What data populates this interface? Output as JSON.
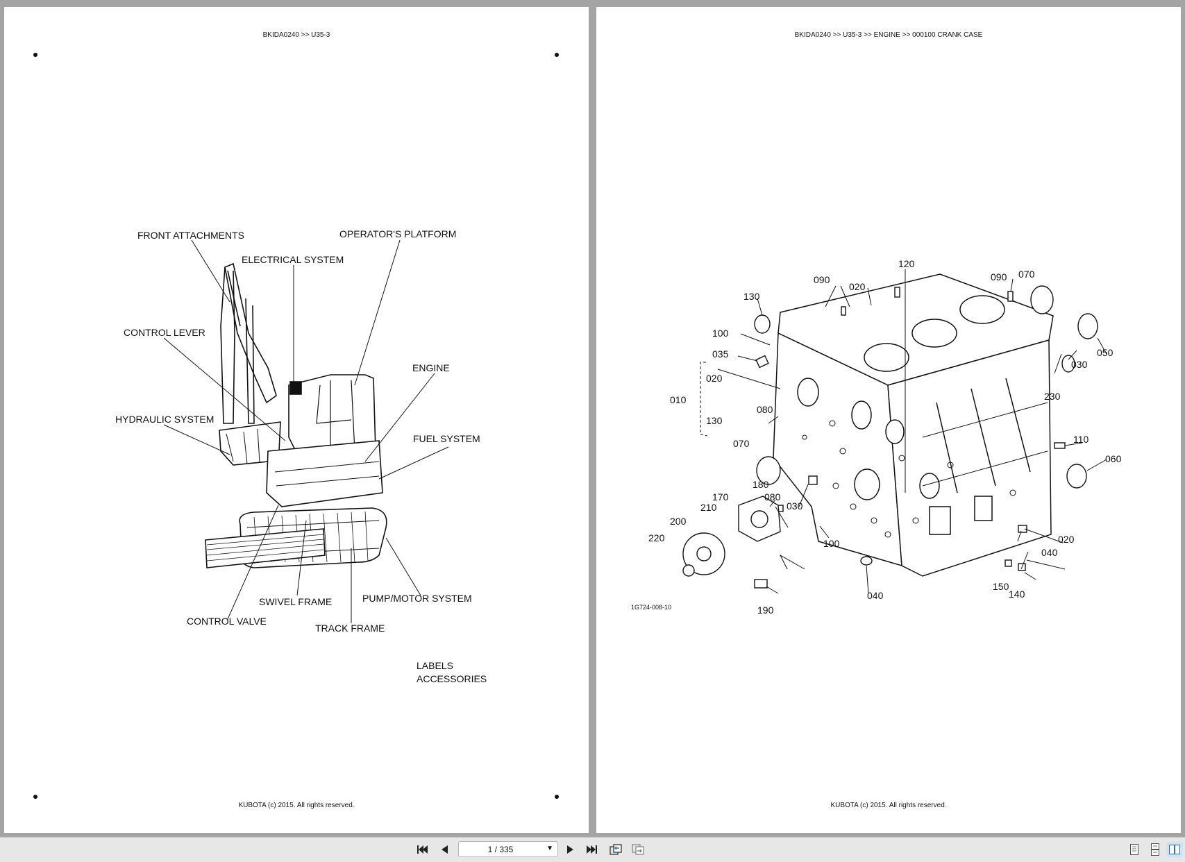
{
  "left_page": {
    "header": "BKIDA0240 >> U35-3",
    "footer": "KUBOTA (c) 2015. All rights reserved.",
    "labels": {
      "front_attachments": "FRONT ATTACHMENTS",
      "operators_platform": "OPERATOR'S PLATFORM",
      "electrical_system": "ELECTRICAL SYSTEM",
      "control_lever": "CONTROL LEVER",
      "engine": "ENGINE",
      "hydraulic_system": "HYDRAULIC SYSTEM",
      "fuel_system": "FUEL SYSTEM",
      "pump_motor_system": "PUMP/MOTOR SYSTEM",
      "swivel_frame": "SWIVEL FRAME",
      "control_valve": "CONTROL VALVE",
      "track_frame": "TRACK FRAME",
      "labels": "LABELS",
      "accessories": "ACCESSORIES"
    }
  },
  "right_page": {
    "header": "BKIDA0240 >> U35-3 >> ENGINE >> 000100   CRANK CASE",
    "footer": "KUBOTA (c) 2015. All rights reserved.",
    "figure_code": "1G724-008-10",
    "part_numbers": {
      "p120": "120",
      "p090a": "090",
      "p070a": "070",
      "p090b": "090",
      "p020a": "020",
      "p130a": "130",
      "p100a": "100",
      "p050": "050",
      "p035": "035",
      "p030a": "030",
      "p020b": "020",
      "p010": "010",
      "p230": "230",
      "p130b": "130",
      "p080a": "080",
      "p070b": "070",
      "p110": "110",
      "p060": "060",
      "p180": "180",
      "p170": "170",
      "p080b": "080",
      "p030b": "030",
      "p210": "210",
      "p200": "200",
      "p220": "220",
      "p100b": "100",
      "p020c": "020",
      "p040a": "040",
      "p150": "150",
      "p140": "140",
      "p040b": "040",
      "p190": "190"
    }
  },
  "toolbar": {
    "page_indicator": "1 / 335",
    "first_icon": "first-page-icon",
    "prev_icon": "previous-page-icon",
    "next_icon": "next-page-icon",
    "last_icon": "last-page-icon",
    "back_icon": "go-back-icon",
    "forward_icon": "go-forward-icon",
    "single_page_icon": "single-page-view-icon",
    "continuous_icon": "continuous-view-icon",
    "two_page_icon": "two-page-view-icon"
  }
}
